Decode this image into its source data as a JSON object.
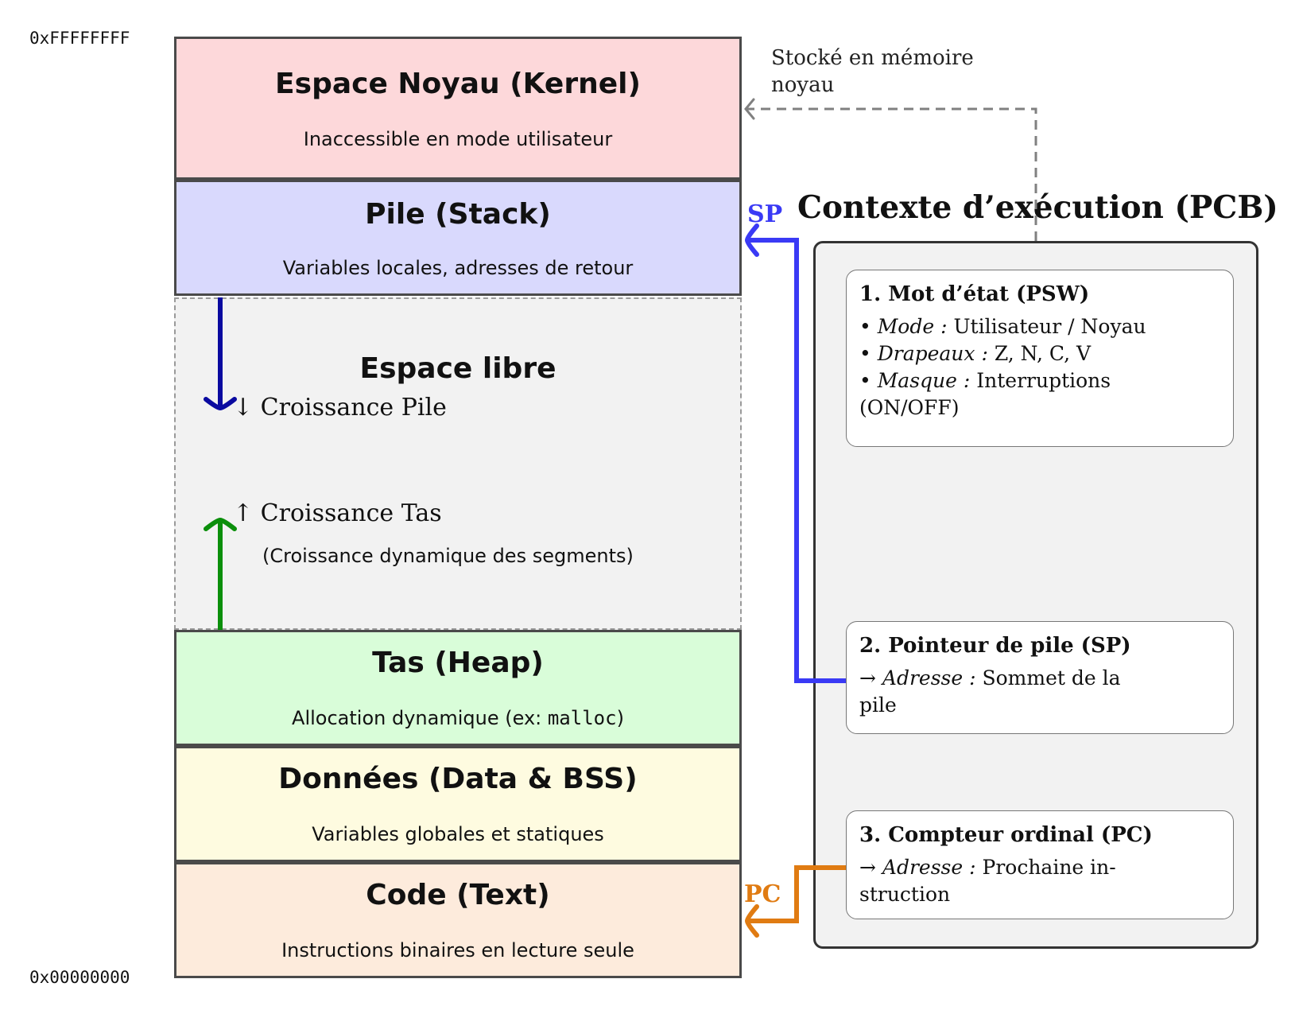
{
  "addresses": {
    "top": "0xFFFFFFFF",
    "bottom": "0x00000000"
  },
  "segments": {
    "kernel": {
      "title": "Espace Noyau (Kernel)",
      "subtitle": "Inaccessible en mode utilisateur",
      "color": "#fdd8da"
    },
    "stack": {
      "title": "Pile (Stack)",
      "subtitle": "Variables locales, adresses de retour",
      "color": "#d9d9fd"
    },
    "free": {
      "title": "Espace libre",
      "stack_growth": "↓ Croissance Pile",
      "heap_growth": "↑ Croissance Tas",
      "note": "(Croissance dynamique des segments)",
      "color": "#f2f2f2"
    },
    "heap": {
      "title": "Tas (Heap)",
      "subtitle_prefix": "Allocation dynamique (ex: ",
      "subtitle_code": "malloc",
      "subtitle_suffix": ")",
      "color": "#d9fdd9"
    },
    "data": {
      "title": "Données (Data & BSS)",
      "subtitle": "Variables globales et statiques",
      "color": "#fefbe0"
    },
    "code": {
      "title": "Code (Text)",
      "subtitle": "Instructions binaires en lecture seule",
      "color": "#fdebdc"
    }
  },
  "kernel_note": {
    "line1": "Stocké en mémoire",
    "line2": "noyau"
  },
  "pcb": {
    "title": "Contexte d’exécution (PCB)",
    "psw": {
      "heading": "1. Mot d’état (PSW)",
      "mode_label": "Mode :",
      "mode_value": "Utilisateur / Noyau",
      "flags_label": "Drapeaux :",
      "flags_value": "Z, N, C, V",
      "mask_label": "Masque :",
      "mask_value": "Interruptions",
      "mask_value2": "(ON/OFF)"
    },
    "sp": {
      "heading": "2. Pointeur de pile (SP)",
      "label": "Adresse :",
      "value": "Sommet de la",
      "value2": "pile"
    },
    "pc": {
      "heading": "3. Compteur ordinal (PC)",
      "label": "Adresse :",
      "value": "Prochaine in-",
      "value2": "struction"
    }
  },
  "pointers": {
    "sp": "SP",
    "pc": "PC"
  },
  "colors": {
    "sp": "#3a3af5",
    "pc": "#e07b12",
    "stack_arrow": "#0a0aa0",
    "heap_arrow": "#0b8f0b",
    "dashed": "#808080"
  }
}
